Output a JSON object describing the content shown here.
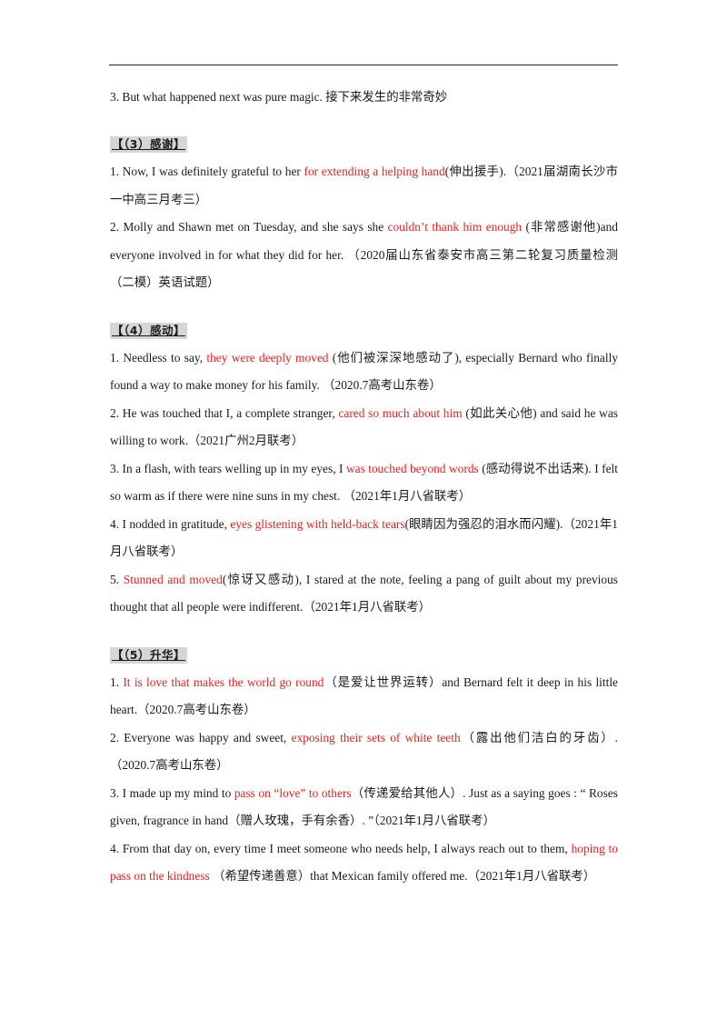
{
  "intro": "3. But what happened next was pure magic. 接下来发生的非常奇妙",
  "sections": [
    {
      "header": "【（3）感谢】",
      "items": [
        {
          "num": "1. ",
          "pre": "Now, I was definitely grateful to her  ",
          "hl": "for extending a helping hand",
          "post": "(伸出援手).（2021届湖南长沙市一中高三月考三）"
        },
        {
          "num": "2. ",
          "pre": "Molly and Shawn met on Tuesday, and she says she  ",
          "hl": "couldn’t thank him enough",
          "post": " (非常感谢他)and everyone involved in for what they did for her.  （2020届山东省泰安市高三第二轮复习质量检测（二模）英语试题）"
        }
      ]
    },
    {
      "header": "【（4）感动】",
      "items": [
        {
          "num": "1. ",
          "pre": "Needless to say,  ",
          "hl": "they were deeply moved",
          "post": "  (他们被深深地感动了), especially Bernard who finally found a way to make money for his family.  （2020.7高考山东卷）"
        },
        {
          "num": "2. ",
          "pre": "He was touched that I, a complete stranger,  ",
          "hl": "cared so much about him",
          "post": "  (如此关心他)  and said he was willing to work.（2021广州2月联考）"
        },
        {
          "num": "3. ",
          "pre": "In a flash, with tears welling up in my eyes, I  ",
          "hl": "was touched beyond words",
          "post": "  (感动得说不出话来). I felt so warm as if there were nine suns in my chest.  （2021年1月八省联考）"
        },
        {
          "num": "4. ",
          "pre": "I nodded in gratitude,  ",
          "hl": "eyes glistening with held-back tears",
          "post": "(眼睛因为强忍的泪水而闪耀).（2021年1月八省联考）"
        },
        {
          "num": "5. ",
          "pre": " ",
          "hl": "Stunned and moved",
          "post": "(惊讶又感动), I stared at the note, feeling a pang of guilt about my previous thought that all people were indifferent.（2021年1月八省联考）"
        }
      ]
    },
    {
      "header": "【（5）升华】",
      "items": [
        {
          "num": "1. ",
          "pre": " ",
          "hl": "It is love that makes the world go round",
          "post": "（是爱让世界运转）and Bernard felt it deep in his little heart.（2020.7高考山东卷）"
        },
        {
          "num": "2. ",
          "pre": " Everyone was happy and sweet,  ",
          "hl": "exposing their sets of white teeth",
          "post": "（露出他们洁白的牙齿）.（2020.7高考山东卷）"
        },
        {
          "num": "3. ",
          "pre": " I made up my mind to  ",
          "hl": "pass on “love”    to others",
          "post": "（传递爱给其他人）. Just as a saying goes : “  Roses given, fragrance in hand（赠人玫瑰，手有余香）. ”（2021年1月八省联考）"
        },
        {
          "num": "4. ",
          "pre": " From that day on, every time I meet someone who needs help, I always reach out to them,  ",
          "hl": "hoping to pass on the kindness",
          "post": "  （希望传递善意）that Mexican family offered me.（2021年1月八省联考）"
        }
      ]
    }
  ]
}
